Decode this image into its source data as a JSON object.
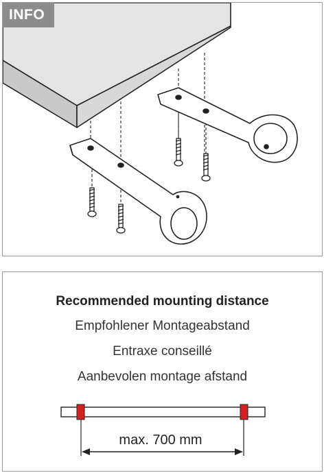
{
  "header": {
    "tab_label": "INFO"
  },
  "mounting": {
    "title_en": "Recommended mounting distance",
    "title_de": "Empfohlener Montageabstand",
    "title_fr": "Entraxe conseillé",
    "title_nl": "Aanbevolen montage afstand",
    "distance_label": "max. 700 mm"
  },
  "colors": {
    "tab_bg": "#8c8c8c",
    "shelf_top": "#e6e6e6",
    "marker_red": "#d42020",
    "line": "#222222"
  },
  "icons": [
    "shelf-illustration",
    "bracket-illustration",
    "screw-illustration",
    "curtain-rod-diagram"
  ]
}
